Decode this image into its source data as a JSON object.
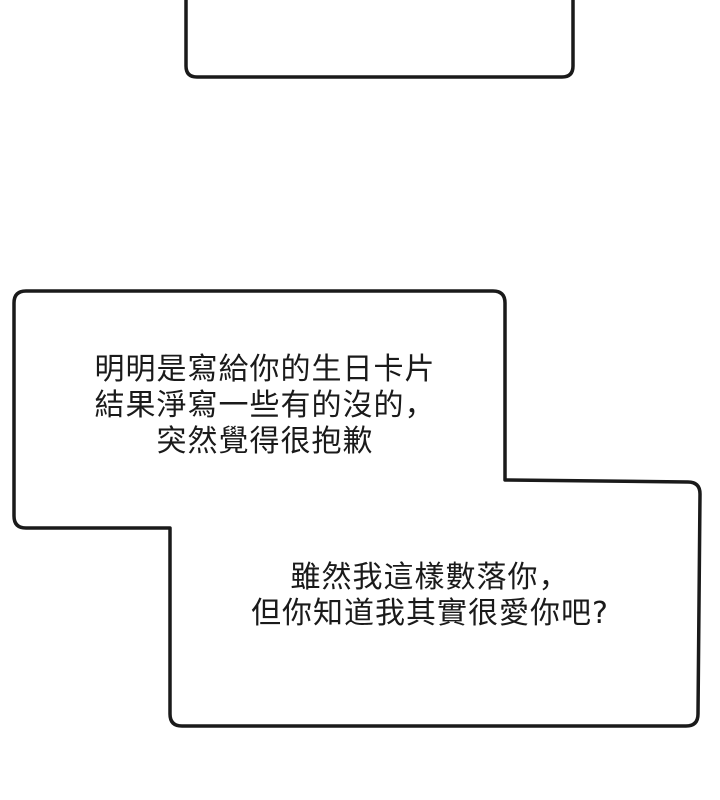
{
  "speech_bubbles": [
    {
      "lines": [
        "明明是寫給你的生日卡片",
        "結果淨寫一些有的沒的，",
        "突然覺得很抱歉"
      ]
    },
    {
      "lines": [
        "雖然我這樣數落你，",
        "但你知道我其實很愛你吧?"
      ]
    }
  ],
  "colors": {
    "background": "#ffffff",
    "outline": "#1a1a1a",
    "text": "#1a1a1a"
  }
}
